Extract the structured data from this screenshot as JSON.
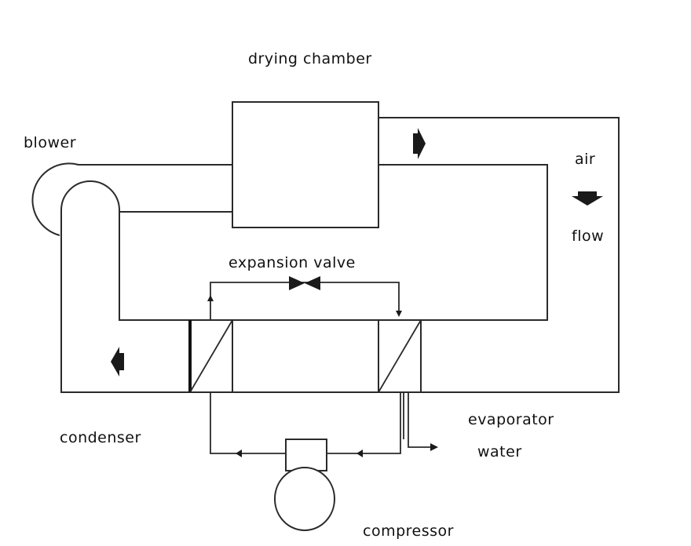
{
  "labels": {
    "drying_chamber": "drying chamber",
    "blower": "blower",
    "air": "air",
    "flow": "flow",
    "expansion_valve": "expansion valve",
    "condenser": "condenser",
    "evaporator": "evaporator",
    "water": "water",
    "compressor": "compressor"
  },
  "colors": {
    "line": "#2a2a2a",
    "text": "#111111",
    "background": "#ffffff"
  }
}
